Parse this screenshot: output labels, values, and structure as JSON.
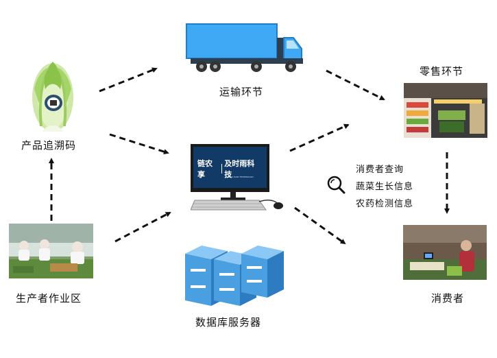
{
  "nodes": {
    "traceability": {
      "label": "产品追溯码"
    },
    "production": {
      "label": "生产者作业区"
    },
    "transport": {
      "label": "运输环节"
    },
    "database": {
      "label": "数据库服务器"
    },
    "retail": {
      "label": "零售环节"
    },
    "consumer": {
      "label": "消费者"
    }
  },
  "platform": {
    "logo_left": "链农享",
    "logo_right": "及时雨科技",
    "logo_sub": "TIMELY RAIN TECHNOLOGY"
  },
  "consumer_query": {
    "items": [
      "消费者查询",
      "蔬菜生长信息",
      "农药检测信息"
    ]
  },
  "colors": {
    "truck_blue": "#3fa9f5",
    "server_blue": "#4a9fe0",
    "arrow": "#111111"
  }
}
